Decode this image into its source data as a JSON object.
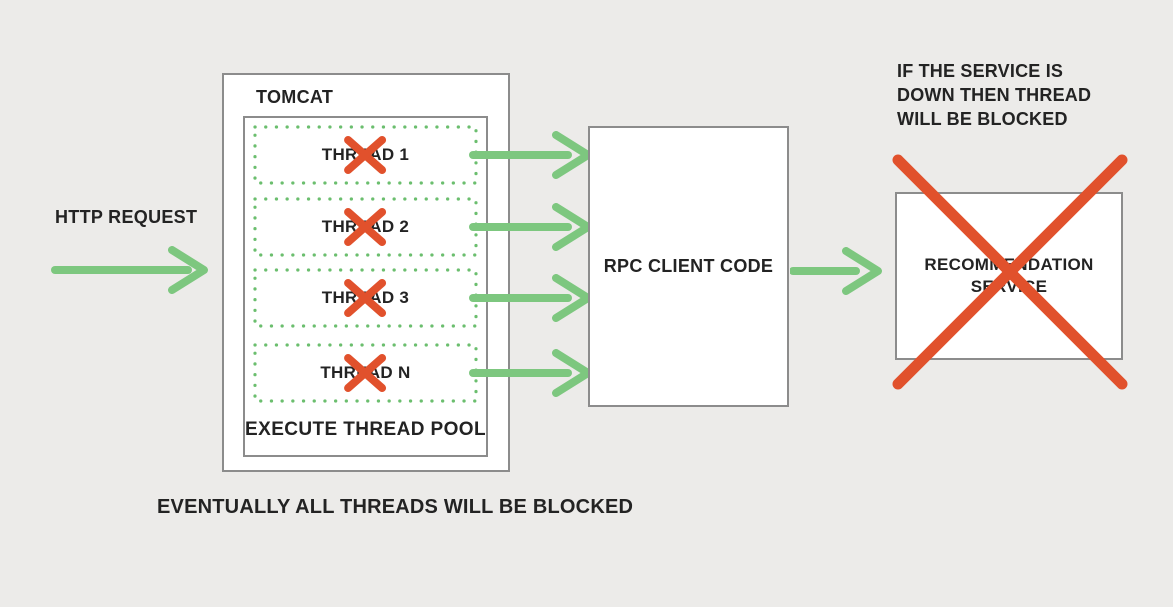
{
  "diagram": {
    "http_request": {
      "label": "HTTP REQUEST"
    },
    "tomcat": {
      "title": "TOMCAT",
      "pool_label": "EXECUTE THREAD POOL",
      "threads": [
        {
          "label": "THREAD 1",
          "blocked": true
        },
        {
          "label": "THREAD 2",
          "blocked": true
        },
        {
          "label": "THREAD 3",
          "blocked": true
        },
        {
          "label": "THREAD N",
          "blocked": true
        }
      ]
    },
    "rpc_box": {
      "label": "RPC CLIENT CODE"
    },
    "service_box": {
      "label": "RECOMMENDATION\nSERVICE",
      "status": "down"
    },
    "notes": {
      "service_note": "IF THE SERVICE IS\nDOWN THEN THREAD\nWILL BE BLOCKED",
      "threads_note": "EVENTUALLY ALL THREADS WILL BE BLOCKED"
    },
    "colors": {
      "background": "#ECEBE9",
      "box_border": "#8C8C8C",
      "arrow_green": "#7DC77F",
      "dot_green": "#6BBE6E",
      "blocked_red": "#E1512C",
      "text": "#232323"
    }
  }
}
